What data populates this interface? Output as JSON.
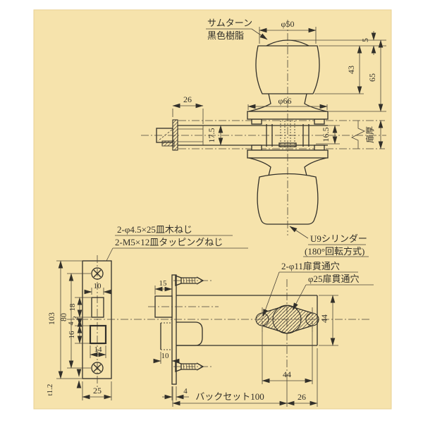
{
  "drawing": {
    "upper_view": {
      "label_thumbturn_1": "サムターン",
      "label_thumbturn_2": "黒色樹脂",
      "label_cylinder_1": "U9シリンダー",
      "label_cylinder_2": "(180°回転方式)",
      "dim_top_diameter": "φ50",
      "dim_dome_height": "5",
      "dim_knob_height": "43",
      "dim_total_height": "65",
      "dim_door_thickness": "扉厚",
      "dim_latch_case_length": "26",
      "dim_case_diameter": "17.5",
      "dim_rose_diameter": "φ66",
      "dim_hub_height": "16.5"
    },
    "lower_view": {
      "label_screws_1": "2-φ4.5×25皿木ねじ",
      "label_screws_2": "2-M5×12皿タッピングねじ",
      "label_hole_1": "2-φ11扉貫通穴",
      "label_hole_2": "φ25扉貫通穴",
      "front_plate": {
        "dim_height": "103",
        "dim_screw_pitch": "80",
        "dim_hole1_width": "10",
        "dim_hole1_height": "18",
        "dim_offset_2": "2",
        "dim_offset_4": "4",
        "dim_hole2_height": "16",
        "dim_hole2_width": "14",
        "dim_plate_width": "25",
        "dim_plate_thickness": "t1.2"
      },
      "side_view": {
        "dim_bolt_throw": "15",
        "dim_guard_bolt": "10",
        "dim_plate_offset": "4"
      },
      "bottom_dims": {
        "dim_backset": "バックセット100",
        "dim_edge_distance": "26",
        "dim_hole_span": "44",
        "dim_case_height": "44"
      }
    },
    "colors": {
      "paper": "#f6e3ac",
      "line": "#32302a"
    }
  }
}
